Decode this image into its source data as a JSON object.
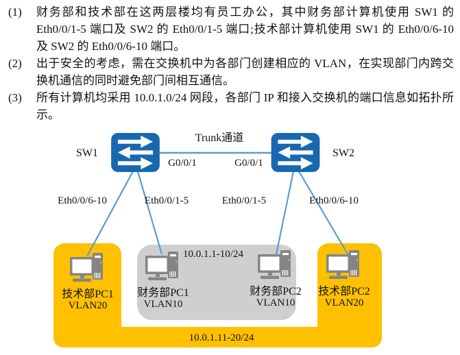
{
  "items": [
    {
      "num": "(1)",
      "text": "财务部和技术部在这两层楼均有员工办公，其中财务部计算机使用 SW1 的 Eth0/0/1-5 端口及 SW2 的 Eth0/0/1-5 端口;技术部计算机使用 SW1 的 Eth0/0/6-10 及 SW2 的 Eth0/0/6-10 端口。"
    },
    {
      "num": "(2)",
      "text": "出于安全的考虑，需在交换机中为各部门创建相应的 VLAN，在实现部门内跨交换机通信的同时避免部门间相互通信。"
    },
    {
      "num": "(3)",
      "text": "所有计算机均采用 10.0.1.0/24 网段，各部门 IP 和接入交换机的端口信息如拓扑所示。"
    }
  ],
  "diagram": {
    "trunk_label": "Trunk通道",
    "switches": [
      {
        "label": "SW1",
        "port": "G0/0/1"
      },
      {
        "label": "SW2",
        "port": "G0/0/1"
      }
    ],
    "access_ports": [
      "Eth0/0/6-10",
      "Eth0/0/1-5",
      "Eth0/0/1-5",
      "Eth0/0/6-10"
    ],
    "pcs": [
      {
        "name": "技术部PC1",
        "vlan": "VLAN20"
      },
      {
        "name": "财务部PC1",
        "vlan": "VLAN10"
      },
      {
        "name": "财务部PC2",
        "vlan": "VLAN10"
      },
      {
        "name": "技术部PC2",
        "vlan": "VLAN20"
      }
    ],
    "ip_ranges": {
      "vlan10": "10.0.1.1-10/24",
      "vlan20": "10.0.1.11-20/24"
    },
    "colors": {
      "switch_blue": "#1768b0",
      "link_blue": "#5b9bd5",
      "vlan20_orange": "#ffc000",
      "vlan10_gray": "#cfcfcf",
      "pc_gray": "#858585",
      "power_dot": "#d79b3a"
    }
  }
}
